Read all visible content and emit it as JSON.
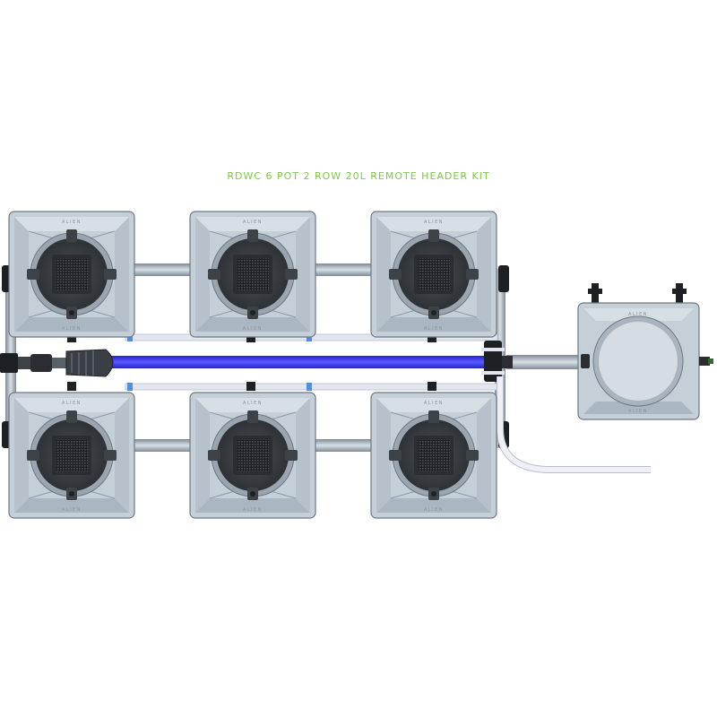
{
  "title": "RDWC 6 POT 2 ROW 20L REMOTE HEADER KIT",
  "colors": {
    "title": "#7ac943",
    "pot_body": "#c4cfd8",
    "pot_dark": "#3d4247",
    "feed_line": "#3b3bff",
    "return_pipe": "#d9dde8",
    "manifold_pipe": "#9aa7b3"
  },
  "pots": {
    "rows": 2,
    "per_row": 3,
    "capacity": "20L",
    "embossed_label": "ALIEN"
  },
  "header_tank": {
    "icon": "remote-header-tank-icon"
  },
  "icons": [
    "pump-icon",
    "pot-icon",
    "valve-icon",
    "drain-hose-icon"
  ]
}
